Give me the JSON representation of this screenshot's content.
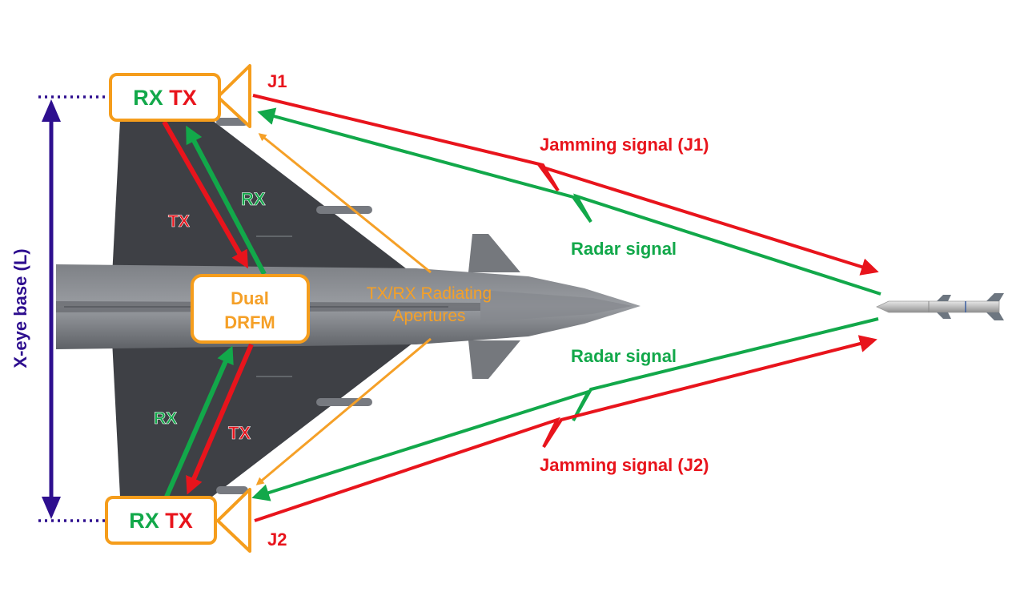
{
  "colors": {
    "red": "#e8141c",
    "green": "#12a84a",
    "orange": "#f5a027",
    "orange_border": "#f59d1c",
    "purple": "#2e0f8f",
    "jet_dark": "#3d3f44",
    "jet_body": "#6b6e73",
    "jet_light": "#8c8f94"
  },
  "top_module": {
    "rx": "RX",
    "tx": "TX"
  },
  "bottom_module": {
    "rx": "RX",
    "tx": "TX"
  },
  "drfm": {
    "line1": "Dual",
    "line2": "DRFM"
  },
  "apertures": {
    "line1": "TX/RX Radiating",
    "line2": "Apertures"
  },
  "inner_labels": {
    "top_tx": "TX",
    "top_rx": "RX",
    "bottom_rx": "RX",
    "bottom_tx": "TX"
  },
  "j1": "J1",
  "j2": "J2",
  "jamming_top": "Jamming signal (J1)",
  "radar_top": "Radar signal",
  "radar_bottom": "Radar signal",
  "jamming_bottom": "Jamming signal (J2)",
  "baseline_label": "X-eye base (L)",
  "icons": [
    "jet-aircraft-icon",
    "missile-icon",
    "antenna-horn-icon"
  ]
}
